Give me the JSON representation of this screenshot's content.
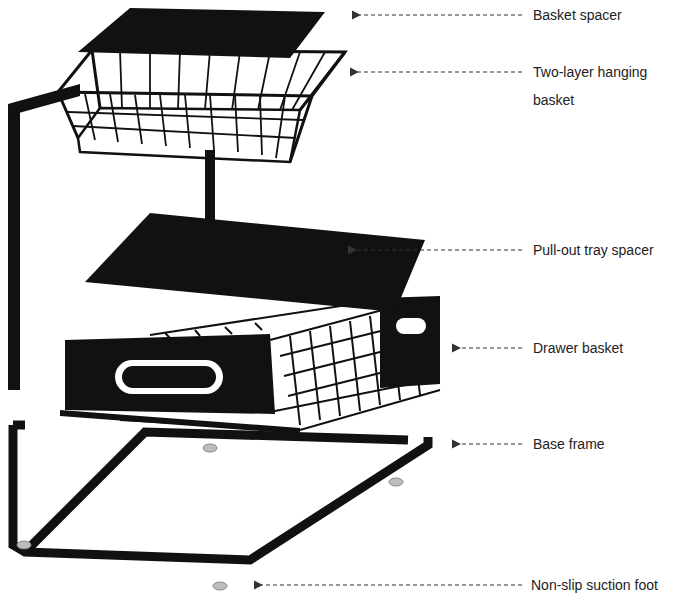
{
  "diagram": {
    "labels": [
      "Basket spacer",
      "Two-layer hanging basket",
      "Pull-out tray spacer",
      "Drawer basket",
      "Base frame",
      "Non-slip suction foot"
    ]
  }
}
